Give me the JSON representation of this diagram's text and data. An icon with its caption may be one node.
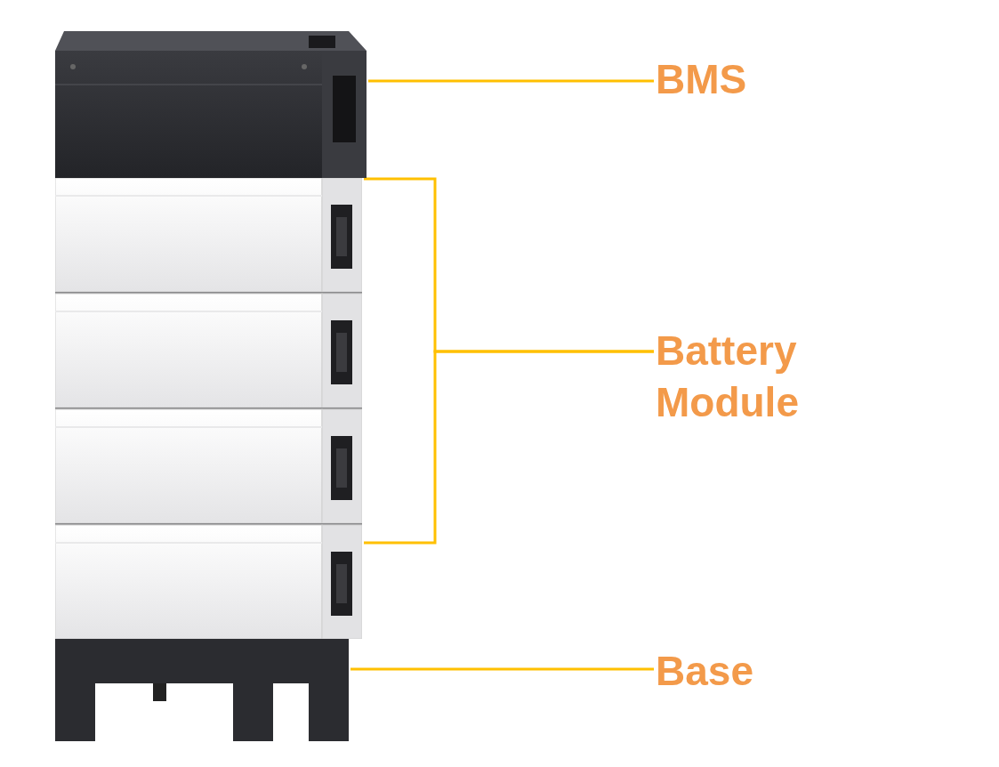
{
  "diagram": {
    "nodes": [
      {
        "text": [],
        "shape": "picture"
      },
      {
        "text": [
          "BMS"
        ]
      },
      {
        "text": [],
        "shape": "picture"
      },
      {
        "text": [],
        "shape": "picture"
      },
      {
        "text": [],
        "shape": "picture"
      },
      {
        "text": [],
        "shape": "picture"
      },
      {
        "text": [
          "Battery Module"
        ]
      },
      {
        "text": [],
        "shape": "picture"
      },
      {
        "text": [
          "Base"
        ]
      }
    ],
    "edges": [
      {
        "from": 1,
        "to": 0,
        "arrow": "none"
      },
      {
        "from": 6,
        "to": 2,
        "arrow": "none"
      },
      {
        "from": 6,
        "to": 5,
        "arrow": "none"
      },
      {
        "from": 8,
        "to": 7,
        "arrow": "none"
      }
    ]
  }
}
